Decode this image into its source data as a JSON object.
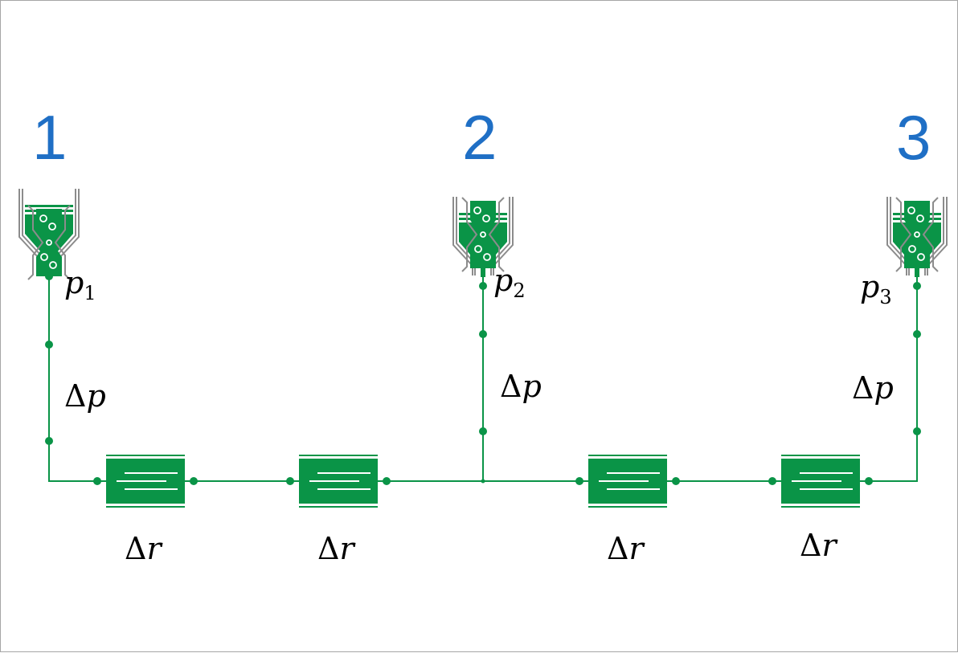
{
  "nodes": [
    {
      "number": "1",
      "pressure_symbol": "p",
      "pressure_index": "1",
      "drop_delta": "Δ",
      "drop_symbol": "p"
    },
    {
      "number": "2",
      "pressure_symbol": "p",
      "pressure_index": "2",
      "drop_delta": "Δ",
      "drop_symbol": "p"
    },
    {
      "number": "3",
      "pressure_symbol": "p",
      "pressure_index": "3",
      "drop_delta": "Δ",
      "drop_symbol": "p"
    }
  ],
  "resistors": [
    {
      "delta": "Δ",
      "symbol": "r"
    },
    {
      "delta": "Δ",
      "symbol": "r"
    },
    {
      "delta": "Δ",
      "symbol": "r"
    },
    {
      "delta": "Δ",
      "symbol": "r"
    }
  ],
  "colors": {
    "component_green": "#0a9447",
    "node_number_blue": "#1f6fc5",
    "holder_gray": "#8c8c8c",
    "frame_gray": "#a6a6a6"
  }
}
